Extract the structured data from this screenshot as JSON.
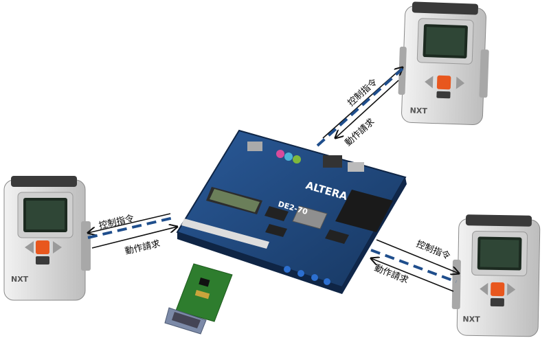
{
  "devices": {
    "nxt_label": "NXT"
  },
  "links": {
    "top_right": {
      "command": "控制指令",
      "request": "動作請求"
    },
    "left": {
      "command": "控制指令",
      "request": "動作請求"
    },
    "bottom_right": {
      "command": "控制指令",
      "request": "動作請求"
    }
  },
  "board": {
    "brand": "ALTERA",
    "model": "DE2-70"
  },
  "colors": {
    "dashed_line": "#1f4e8c",
    "arrow_line": "#111111",
    "pcb": "#1a3f73",
    "nxt_body": "#d9d9d9",
    "nxt_dark": "#3a3a3a",
    "nxt_orange": "#e8571e",
    "nxt_screen": "#1c2a20",
    "module_pcb": "#2e7d2e"
  }
}
